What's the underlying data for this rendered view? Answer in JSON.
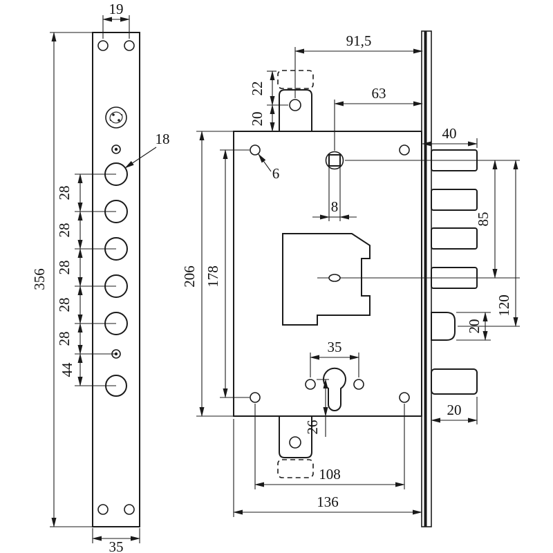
{
  "meta": {
    "description": "Technical dimension drawing of a mortise door lock: faceplate front view (left) and lock body with deadbolts, latch and cylinder keyhole (right)",
    "ink_color": "#1a1a1a",
    "background_color": "#ffffff"
  },
  "dims": {
    "top_hole_pitch": "19",
    "hole_diameter": "18",
    "pitch_a": "28",
    "pitch_b": "28",
    "pitch_c": "28",
    "pitch_d": "28",
    "pitch_e": "28",
    "pitch_f": "44",
    "faceplate_length": "356",
    "faceplate_width": "35",
    "body_to_plate_width": "91,5",
    "spindle_backset": "63",
    "bolt_throw": "40",
    "cap_to_hole": "22",
    "hole_to_body": "20",
    "fixing_hole_diameter": "6",
    "body_height": "206",
    "fixing_span_vertical": "178",
    "spindle_square": "8",
    "bolt_group_span": "85",
    "bolt_to_latch_span": "120",
    "latch_height": "20",
    "cylinder_screw_span": "35",
    "cylinder_to_bottom": "26",
    "fixing_span_horizontal": "108",
    "body_width": "136",
    "lower_bolt_throw": "20"
  }
}
